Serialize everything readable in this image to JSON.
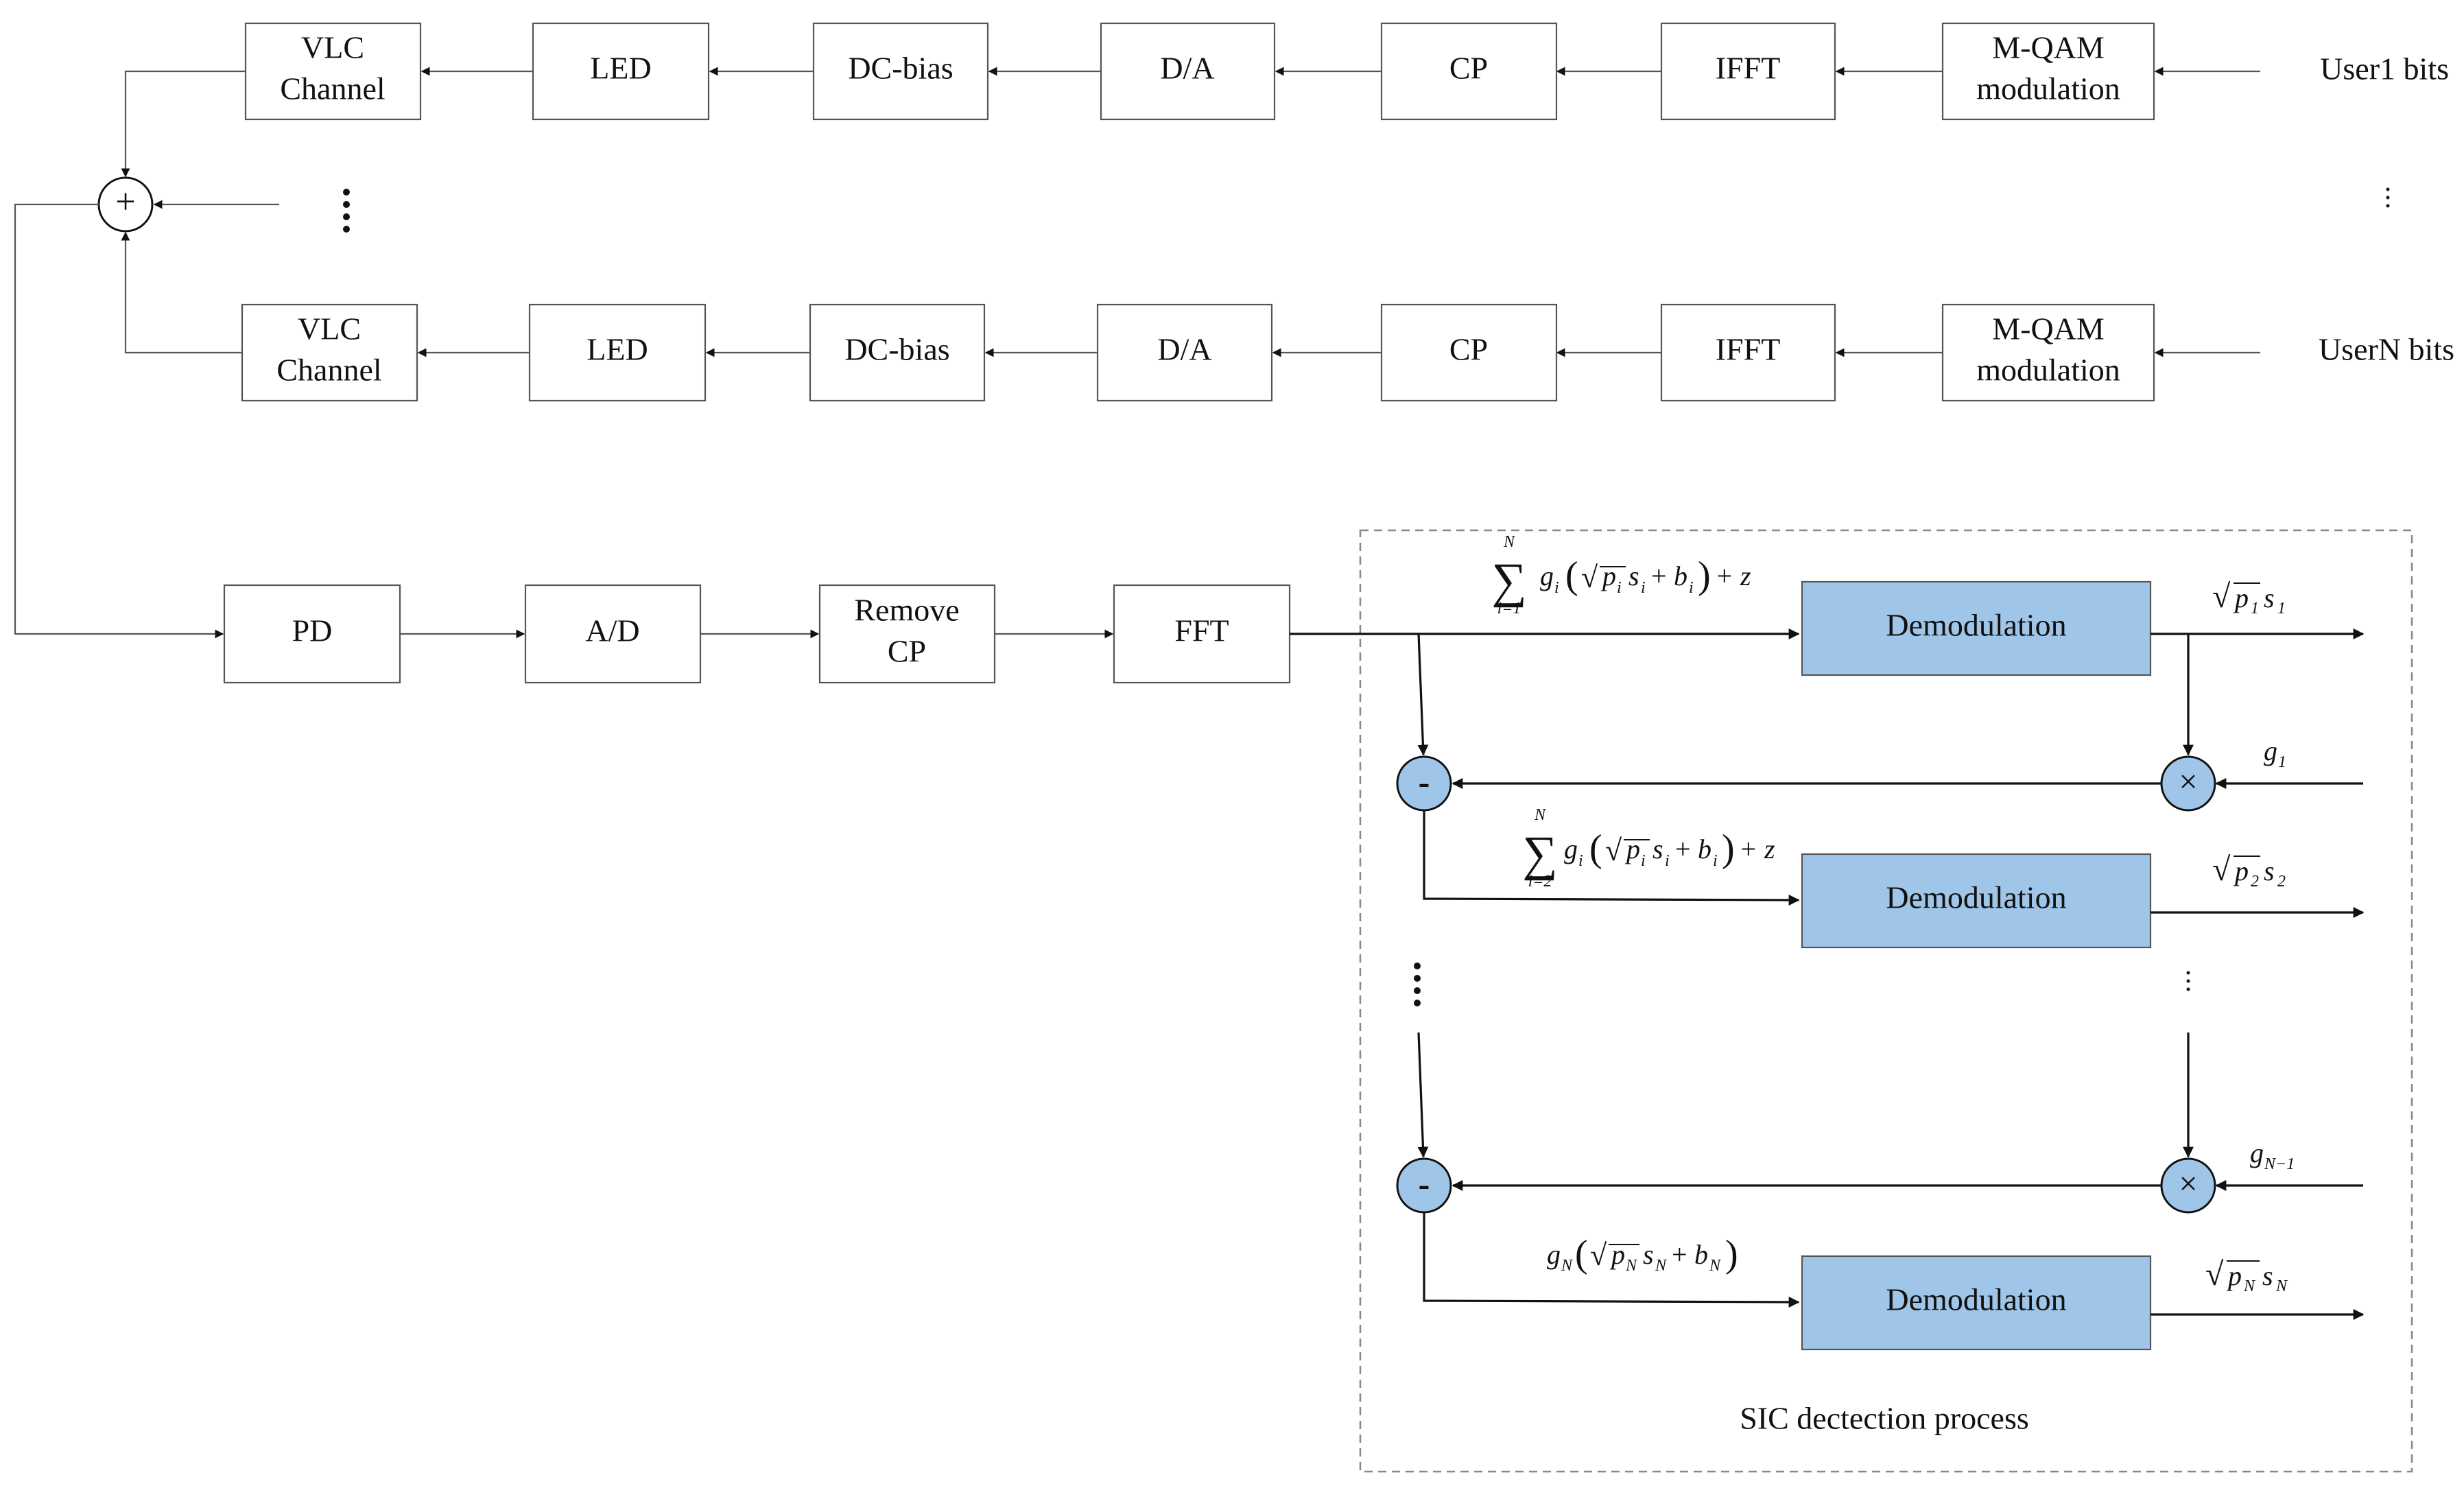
{
  "tx_chain_1": {
    "input_label": "User1 bits",
    "blocks": [
      "M-QAM modulation",
      "IFFT",
      "CP",
      "D/A",
      "DC-bias",
      "LED",
      "VLC Channel"
    ],
    "qam_line1": "M-QAM",
    "qam_line2": "modulation",
    "ifft": "IFFT",
    "cp": "CP",
    "da": "D/A",
    "dcbias": "DC-bias",
    "led": "LED",
    "vlc_line1": "VLC",
    "vlc_line2": "Channel"
  },
  "tx_chain_n": {
    "input_label": "UserN bits",
    "qam_line1": "M-QAM",
    "qam_line2": "modulation",
    "ifft": "IFFT",
    "cp": "CP",
    "da": "D/A",
    "dcbias": "DC-bias",
    "led": "LED",
    "vlc_line1": "VLC",
    "vlc_line2": "Channel"
  },
  "combiner": {
    "symbol": "+"
  },
  "rx_chain": {
    "pd": "PD",
    "ad": "A/D",
    "remove_cp_line1": "Remove",
    "remove_cp_line2": "CP",
    "fft": "FFT"
  },
  "sic": {
    "caption": "SIC dectection process",
    "demod_label": "Demodulation",
    "subtract_symbol": "-",
    "multiply_symbol": "×",
    "gain_1": {
      "g": "g",
      "sub": "1"
    },
    "gain_n1": {
      "g": "g",
      "sub": "N−1"
    },
    "out_1": {
      "p": "p",
      "p_sub": "1",
      "s": "s",
      "s_sub": "1"
    },
    "out_2": {
      "p": "p",
      "p_sub": "2",
      "s": "s",
      "s_sub": "2"
    },
    "out_n": {
      "p": "p",
      "p_sub": "N",
      "s": "s",
      "s_sub": "N"
    },
    "signal_1": {
      "sum_top": "N",
      "sum_bottom": "i=1",
      "expr_z": "+ z"
    },
    "signal_2": {
      "sum_top": "N",
      "sum_bottom": "i=2",
      "expr_z": "+ z"
    },
    "signal_n": {
      "g": "g",
      "g_sub": "N",
      "p": "p",
      "p_sub": "N",
      "s": "s",
      "s_sub": "N",
      "b": "b",
      "b_sub": "N"
    }
  },
  "colors": {
    "demod_fill": "#9fc5e8",
    "stroke": "#555555"
  }
}
